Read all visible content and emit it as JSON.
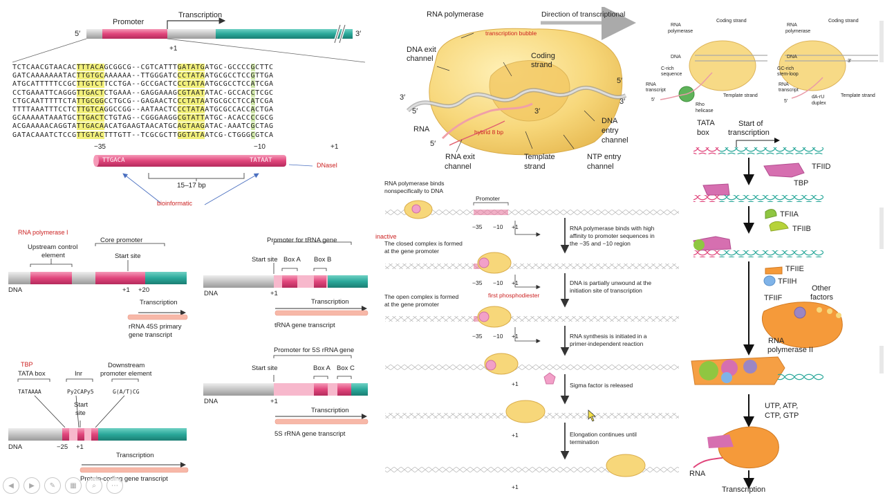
{
  "top_left": {
    "promoter": "Promoter",
    "transcription": "Transcription",
    "five_prime": "5′",
    "three_prime": "3′",
    "plus_one": "+1",
    "sequences": [
      "TCTCAACGTAACACTTTACAGCGGCG--CGTCATTTGATATGATGC-GCCCCGCTTC",
      "GATCAAAAAAATACTTGTGCAAAAAA--TTGGGATCCCTATAATGCGCCTCCGTTGA",
      "ATGCATTTTTCCGCTTGTCTTCCTGA--GCCGACTCCCTATAATGCGCCTCCATCGA",
      "CCTGAAATTCAGGGTTGACTCTGAAA--GAGGAAAGCGTAATATAC-GCCACCTCGC",
      "CTGCAATTTTTCTATTGCGGCCTGCG--GAGAACTCCCTATAATGCGCCTCCATCGA",
      "TTTTAAATTTCCTCTTGTCAGGCCGG--AATAACTCCCTATAATGCGCCACCACTGA",
      "GCAAAAATAAATGCTTGACTCTGTAG--CGGGAAGGCGTATTATGC-ACACCCCGCG",
      "ACGAAAAACAGGTATTGACAACATGAAGTAACATGCAGTAAGATAC-AAATCGCTAG",
      "GATACAAATCTCCGTTGTACTTTGTT--TCGCGCTTGGTATAATCG-CTGGGCGTCA"
    ],
    "minus35": "−35",
    "minus10": "−10",
    "plus1_b": "+1",
    "consensus_left": "TTGACA",
    "consensus_right": "TATAAT",
    "spacing": "15–17 bp",
    "dnasei": "DNaseI",
    "bioinformatic": "bioinformatic"
  },
  "pol1": {
    "title": "RNA polymerase I",
    "upstream": "Upstream control element",
    "upstream_l1": "Upstream control",
    "upstream_l2": "element",
    "core": "Core promoter",
    "start": "Start site",
    "dna": "DNA",
    "p1": "+1",
    "p20": "+20",
    "transcription": "Transcription",
    "transcript_l1": "rRNA 45S primary",
    "transcript_l2": "gene transcript"
  },
  "trna": {
    "title": "Promoter for tRNA gene",
    "start": "Start site",
    "boxA": "Box A",
    "boxB": "Box B",
    "dna": "DNA",
    "p1": "+1",
    "transcription": "Transcription",
    "transcript": "tRNA gene transcript"
  },
  "rrna5s": {
    "title": "Promoter for 5S rRNA gene",
    "start": "Start site",
    "boxA": "Box A",
    "boxC": "Box C",
    "dna": "DNA",
    "p1": "+1",
    "transcription": "Transcription",
    "transcript": "5S rRNA gene transcript"
  },
  "pol2": {
    "tbp": "TBP",
    "tata": "TATA box",
    "inr": "Inr",
    "downstream_l1": "Downstream",
    "downstream_l2": "promoter element",
    "tata_seq": "TATAAAA",
    "inr_seq": "Py2CAPy5",
    "dpe_seq": "G(A/T)CG",
    "start_l1": "Start",
    "start_l2": "site",
    "dna": "DNA",
    "m25": "−25",
    "p1": "+1",
    "transcription": "Transcription",
    "transcript": "Protein-coding gene transcript"
  },
  "polymerase": {
    "rnap": "RNA polymerase",
    "direction": "Direction of transcriptional",
    "bubble": "transcription bubble",
    "exit_l1": "DNA exit",
    "exit_l2": "channel",
    "coding_l1": "Coding",
    "coding_l2": "strand",
    "three1": "3′",
    "five1": "5′",
    "five2": "5′",
    "three2": "3′",
    "three3": "3′",
    "rna": "RNA",
    "hybrid": "hybrid 8 bp",
    "five3": "5′",
    "rnaexit_l1": "RNA exit",
    "rnaexit_l2": "channel",
    "template_l1": "Template",
    "template_l2": "strand",
    "dnaentry_l1": "DNA",
    "dnaentry_l2": "entry",
    "dnaentry_l3": "channel",
    "ntp_l1": "NTP entry",
    "ntp_l2": "channel"
  },
  "steps": {
    "s0_l1": "RNA polymerase binds",
    "s0_l2": "nonspecifically to DNA",
    "promoter": "Promoter",
    "m35": "−35",
    "m10": "−10",
    "p1": "+1",
    "s1_l1": "RNA polymerase binds with high",
    "s1_l2": "affinity to promoter sequences in",
    "s1_l3": "the −35 and −10 region",
    "inactive": "inactive",
    "closed_l1": "The closed complex is formed",
    "closed_l2": "at the gene promoter",
    "s2_l1": "DNA is partially unwound at the",
    "s2_l2": "initiation site of transcription",
    "open_l1": "The open complex is formed",
    "open_l2": "at the gene promoter",
    "first_pd": "first phosphodiester",
    "s3_l1": "RNA synthesis is initiated in a",
    "s3_l2": "primer-independent reaction",
    "s4": "Sigma factor is released",
    "s5_l1": "Elongation continues until",
    "s5_l2": "termination"
  },
  "termination": {
    "rnap_l1": "RNA",
    "rnap_l2": "polymerase",
    "coding": "Coding strand",
    "dna": "DNA",
    "crich_l1": "C-rich",
    "crich_l2": "sequence",
    "rna_l1": "RNA",
    "rna_l2": "transcript",
    "five": "5′",
    "rho_l1": "Rho",
    "rho_l2": "helicase",
    "template": "Template strand",
    "three": "3′",
    "gc_l1": "GC-rich",
    "gc_l2": "stem-loop",
    "dau_l1": "dA-rU",
    "dau_l2": "duplex",
    "template2": "Template strand"
  },
  "pol2_assembly": {
    "tata_l1": "TATA",
    "tata_l2": "box",
    "start_l1": "Start of",
    "start_l2": "transcription",
    "tfiid": "TFIID",
    "tbp": "TBP",
    "tfiia": "TFIIA",
    "tfiib": "TFIIB",
    "tfiie": "TFIIE",
    "tfiih": "TFIIH",
    "tfiif": "TFIIF",
    "other_l1": "Other",
    "other_l2": "factors",
    "rnap_l1": "RNA",
    "rnap_l2": "polymerase II",
    "ntp_l1": "UTP, ATP,",
    "ntp_l2": "CTP, GTP",
    "rna": "RNA",
    "transcription": "Transcription"
  },
  "colors": {
    "pink": "#e0457b",
    "teal": "#2aa89a",
    "gray": "#bdbdbd",
    "yellow": "#f7d77a",
    "orange": "#f59a3a",
    "red_annotation": "#cc2222"
  },
  "nav_icons": [
    "prev-icon",
    "next-icon",
    "pen-icon",
    "slides-icon",
    "zoom-icon",
    "more-icon"
  ]
}
